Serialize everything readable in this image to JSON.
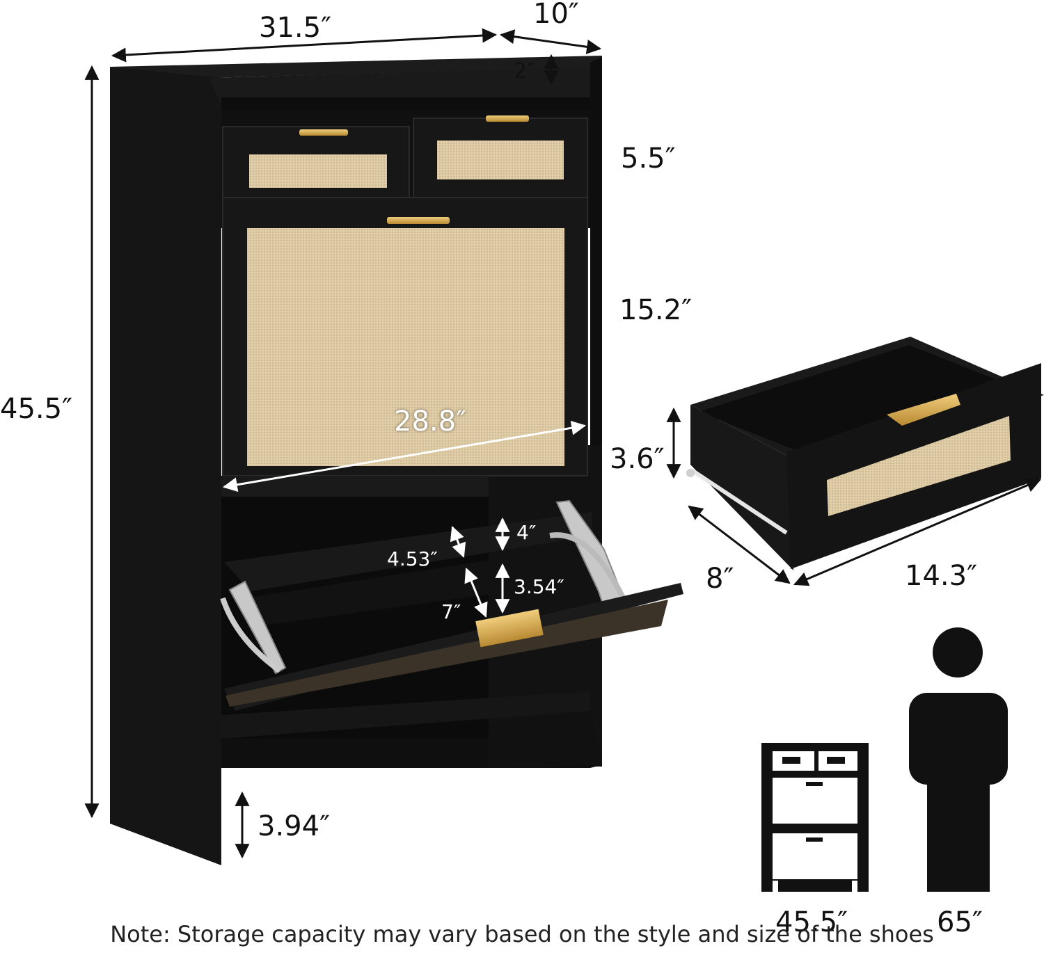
{
  "dimensions": {
    "width": "31.5″",
    "depth": "10″",
    "top_rail": "2″",
    "top_drawer_height": "5.5″",
    "flip_door_height": "15.2″",
    "total_height": "45.5″",
    "inner_width": "28.8″",
    "shelf_gap": "4″",
    "shelf_depth": "4.53″",
    "tray_gap": "3.54″",
    "tray_depth": "7″",
    "leg_clearance": "3.94″"
  },
  "drawer": {
    "height": "3.6″",
    "depth": "8″",
    "width": "14.3″"
  },
  "comparison": {
    "cabinet_height": "45.5″",
    "person_height": "65″"
  },
  "note": "Note: Storage capacity may vary based on the style and size of the shoes",
  "colors": {
    "cabinet": "#141414",
    "rattan": "#d9c6a0",
    "handle": "#d4a84a",
    "metal": "#c8c8c8"
  }
}
